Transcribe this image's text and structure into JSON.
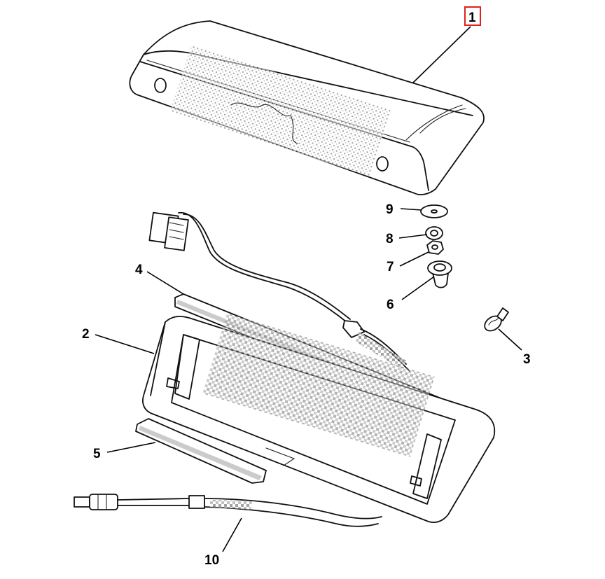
{
  "callouts": [
    {
      "id": "part-1",
      "label": "1",
      "highlighted": true,
      "highlight_color": "#e02020"
    },
    {
      "id": "part-2",
      "label": "2"
    },
    {
      "id": "part-3",
      "label": "3"
    },
    {
      "id": "part-4",
      "label": "4"
    },
    {
      "id": "part-5",
      "label": "5"
    },
    {
      "id": "part-6",
      "label": "6"
    },
    {
      "id": "part-7",
      "label": "7"
    },
    {
      "id": "part-8",
      "label": "8"
    },
    {
      "id": "part-9",
      "label": "9"
    },
    {
      "id": "part-10",
      "label": "10"
    }
  ]
}
